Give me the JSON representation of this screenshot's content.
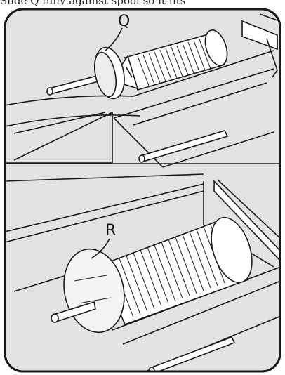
{
  "header_text": "Slide Q fully against spool so it fits",
  "callouts": {
    "q": "Q",
    "r": "R"
  },
  "colors": {
    "panel_fill": "#e3e3e3",
    "line": "#1a1a1a",
    "spool": "#ffffff"
  }
}
